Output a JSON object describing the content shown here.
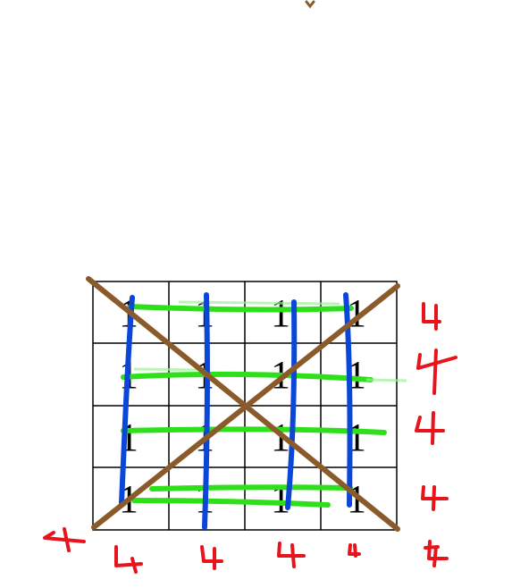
{
  "grid": {
    "rows": 4,
    "cols": 4,
    "cells": [
      [
        "1",
        "1",
        "1",
        "1"
      ],
      [
        "1",
        "1",
        "1",
        "1"
      ],
      [
        "1",
        "1",
        "1",
        "1"
      ],
      [
        "1",
        "1",
        "1",
        "1"
      ]
    ]
  },
  "annotations": {
    "row_sums": [
      "4",
      "4",
      "4",
      "4"
    ],
    "col_sums": [
      "4",
      "4",
      "4",
      "4"
    ],
    "diagonal_sums": [
      "4",
      "4"
    ]
  },
  "colors": {
    "grid_line": "#000000",
    "cell_text": "#000000",
    "row_strokes": "#2ee01a",
    "col_strokes": "#0a47d8",
    "diagonal_strokes": "#8b5a2b",
    "handwritten_sums": "#e8141c"
  }
}
